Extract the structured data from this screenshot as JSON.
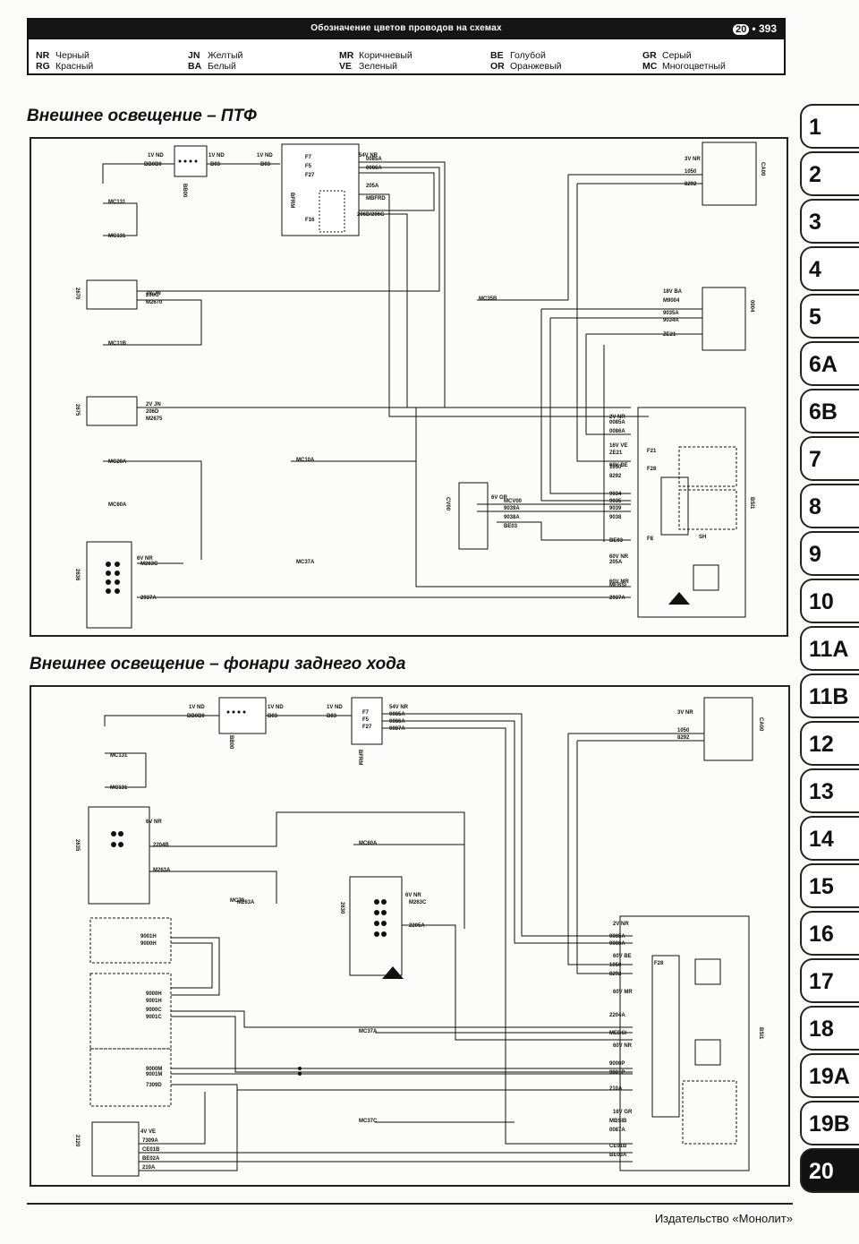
{
  "header": {
    "title": "Обозначение цветов проводов на схемах",
    "chapter": "20",
    "page": "393"
  },
  "legend": [
    {
      "code": "NR",
      "name": "Черный"
    },
    {
      "code": "RG",
      "name": "Красный"
    },
    {
      "code": "JN",
      "name": "Желтый"
    },
    {
      "code": "BA",
      "name": "Белый"
    },
    {
      "code": "MR",
      "name": "Коричневый"
    },
    {
      "code": "VE",
      "name": "Зеленый"
    },
    {
      "code": "BE",
      "name": "Голубой"
    },
    {
      "code": "OR",
      "name": "Оранжевый"
    },
    {
      "code": "GR",
      "name": "Серый"
    },
    {
      "code": "MC",
      "name": "Многоцветный"
    }
  ],
  "sections": [
    {
      "title": "Внешнее освещение – ПТФ"
    },
    {
      "title": "Внешнее освещение – фонари заднего хода"
    }
  ],
  "tabs": [
    "1",
    "2",
    "3",
    "4",
    "5",
    "6A",
    "6B",
    "7",
    "8",
    "9",
    "10",
    "11A",
    "11B",
    "12",
    "13",
    "14",
    "15",
    "16",
    "17",
    "18",
    "19A",
    "19B",
    "20"
  ],
  "active_tab": "20",
  "footer": {
    "publisher": "Издательство «Монолит»"
  },
  "diagram1": {
    "components": [
      "BB00",
      "BFRM",
      "CA00",
      "2670",
      "2675",
      "0004",
      "BSI1",
      "CV00",
      "2636"
    ],
    "grounds": [
      "MC131",
      "MC131",
      "MC11B",
      "MC20A",
      "MC60A",
      "MC35B",
      "MC10A",
      "MC37A"
    ],
    "connectors": [
      "1V ND",
      "1V ND",
      "1V ND",
      "54V NR",
      "3V NR",
      "2V JN",
      "2V JN",
      "18V BA",
      "2V NR",
      "16V VE",
      "60V BE",
      "6V GR",
      "60V NR",
      "60V MR",
      "6V NR"
    ],
    "wires": [
      "BB0B0",
      "B03",
      "B03",
      "0085A",
      "0086A",
      "205A",
      "MBFRD",
      "206D/206G",
      "1050",
      "8292",
      "206G",
      "M2670",
      "206D",
      "M2675",
      "M9004",
      "9035A",
      "9034A",
      "ZE21",
      "0085A",
      "0086A",
      "ZE21",
      "1050",
      "8292",
      "9034",
      "9035",
      "9039",
      "9038",
      "MCV00",
      "9039A",
      "9038A",
      "BE03",
      "BE03",
      "205A",
      "MEBSI",
      "2937A",
      "M263C",
      "2937A"
    ],
    "fuses": [
      "F7",
      "F5",
      "F27",
      "F16",
      "F21",
      "F28",
      "F8",
      "SH"
    ]
  },
  "diagram2": {
    "components": [
      "BB00",
      "BFRM",
      "CA00",
      "2635",
      "2630",
      "BSI1",
      "2120"
    ],
    "grounds": [
      "MC131",
      "MC131",
      "MC60A",
      "MC70",
      "MC37A",
      "MC37C"
    ],
    "connectors": [
      "1V ND",
      "1V ND",
      "1V ND",
      "54V NR",
      "3V NR",
      "6V NR",
      "6V NR",
      "2V NR",
      "60V BE",
      "60V MR",
      "60V NR",
      "16V GR",
      "4V VE"
    ],
    "wires": [
      "BB0B0",
      "B03",
      "B03",
      "0085A",
      "0086A",
      "0087A",
      "1050",
      "8292",
      "2204B",
      "M263A",
      "M263A",
      "M263C",
      "2205A",
      "9001H",
      "9000H",
      "9000H",
      "9001H",
      "9000C",
      "9001C",
      "9000M",
      "9001M",
      "7309D",
      "0085A",
      "0086A",
      "1050",
      "8292",
      "2204A",
      "MEBSI",
      "9000P",
      "9001P",
      "210A",
      "MBSIB",
      "0087A",
      "CE01B",
      "BE03A",
      "7309A",
      "CE01B",
      "BE02A",
      "210A"
    ],
    "fuses": [
      "F7",
      "F5",
      "F27",
      "F28"
    ]
  }
}
